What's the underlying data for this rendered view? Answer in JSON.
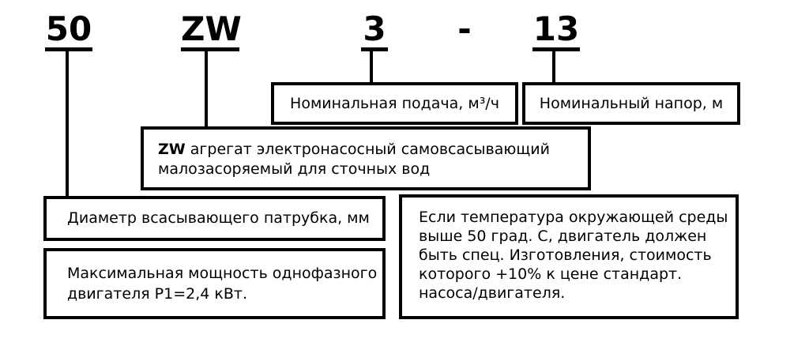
{
  "model_code": {
    "parts": [
      {
        "id": "suction-diameter",
        "label": "50",
        "underlined": true
      },
      {
        "id": "series",
        "label": "ZW",
        "underlined": true
      },
      {
        "id": "flow",
        "label": "3",
        "underlined": true
      },
      {
        "id": "separator",
        "label": "-",
        "underlined": false
      },
      {
        "id": "head",
        "label": "13",
        "underlined": true
      }
    ]
  },
  "boxes": {
    "flow": {
      "text": "Номинальная подача, м³/ч"
    },
    "head": {
      "text": "Номинальный напор, м"
    },
    "series": {
      "bold_prefix": "ZW",
      "line1_rest": " агрегат электронасосный самовсасывающий",
      "line2": "малозасоряемый для сточных вод"
    },
    "diameter": {
      "text": "Диаметр всасывающего патрубка, мм"
    },
    "power": {
      "lines": [
        "Максимальная мощность однофазного",
        "двигателя Р1=2,4 кВт."
      ]
    },
    "temperature": {
      "lines": [
        "Если температура окружающей среды",
        "выше 50 град. С, двигатель должен",
        "быть спец. Изготовления, стоимость",
        "которого +10% к цене стандарт.",
        "насоса/двигателя."
      ]
    }
  },
  "colors": {
    "background": "#ffffff",
    "line": "#000000",
    "text": "#000000"
  }
}
